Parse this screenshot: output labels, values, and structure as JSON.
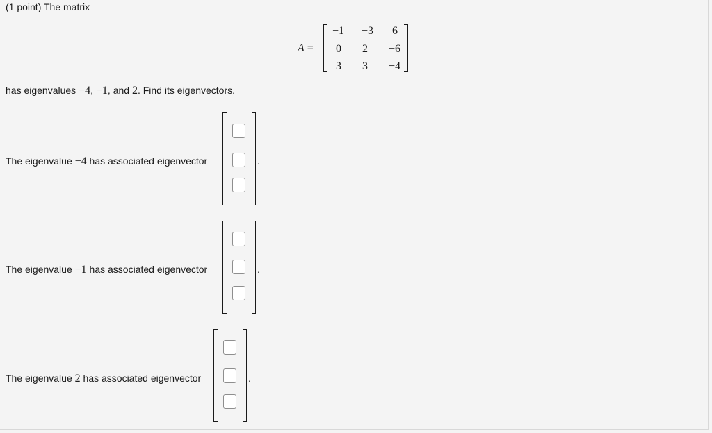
{
  "problem": {
    "header": "(1 point) The matrix",
    "matrix_label": "A =",
    "matrix_var": "A",
    "matrix": [
      [
        "−1",
        "−3",
        "6"
      ],
      [
        "0",
        "2",
        "−6"
      ],
      [
        "3",
        "3",
        "−4"
      ]
    ],
    "statement_prefix": "has eigenvalues ",
    "eigenvalues_inline": [
      "−4",
      "−1",
      "2"
    ],
    "statement_sep1": ", ",
    "statement_sep2": ", and ",
    "statement_suffix": ". Find its eigenvectors."
  },
  "eigen_rows": [
    {
      "prefix": "The eigenvalue ",
      "value": "−4",
      "suffix": " has associated eigenvector",
      "answers": [
        "",
        "",
        ""
      ]
    },
    {
      "prefix": "The eigenvalue ",
      "value": "−1",
      "suffix": " has associated eigenvector",
      "answers": [
        "",
        "",
        ""
      ]
    },
    {
      "prefix": "The eigenvalue ",
      "value": "2",
      "suffix": " has associated eigenvector",
      "answers": [
        "",
        "",
        ""
      ]
    }
  ],
  "trailing_period": "."
}
